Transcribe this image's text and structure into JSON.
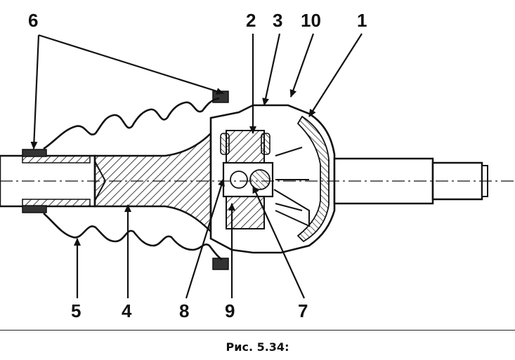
{
  "figure": {
    "caption": "Рис. 5.34:",
    "callouts": {
      "c1": "1",
      "c2": "2",
      "c3": "3",
      "c4": "4",
      "c5": "5",
      "c6": "6",
      "c7": "7",
      "c8": "8",
      "c9": "9",
      "c10": "10"
    }
  }
}
